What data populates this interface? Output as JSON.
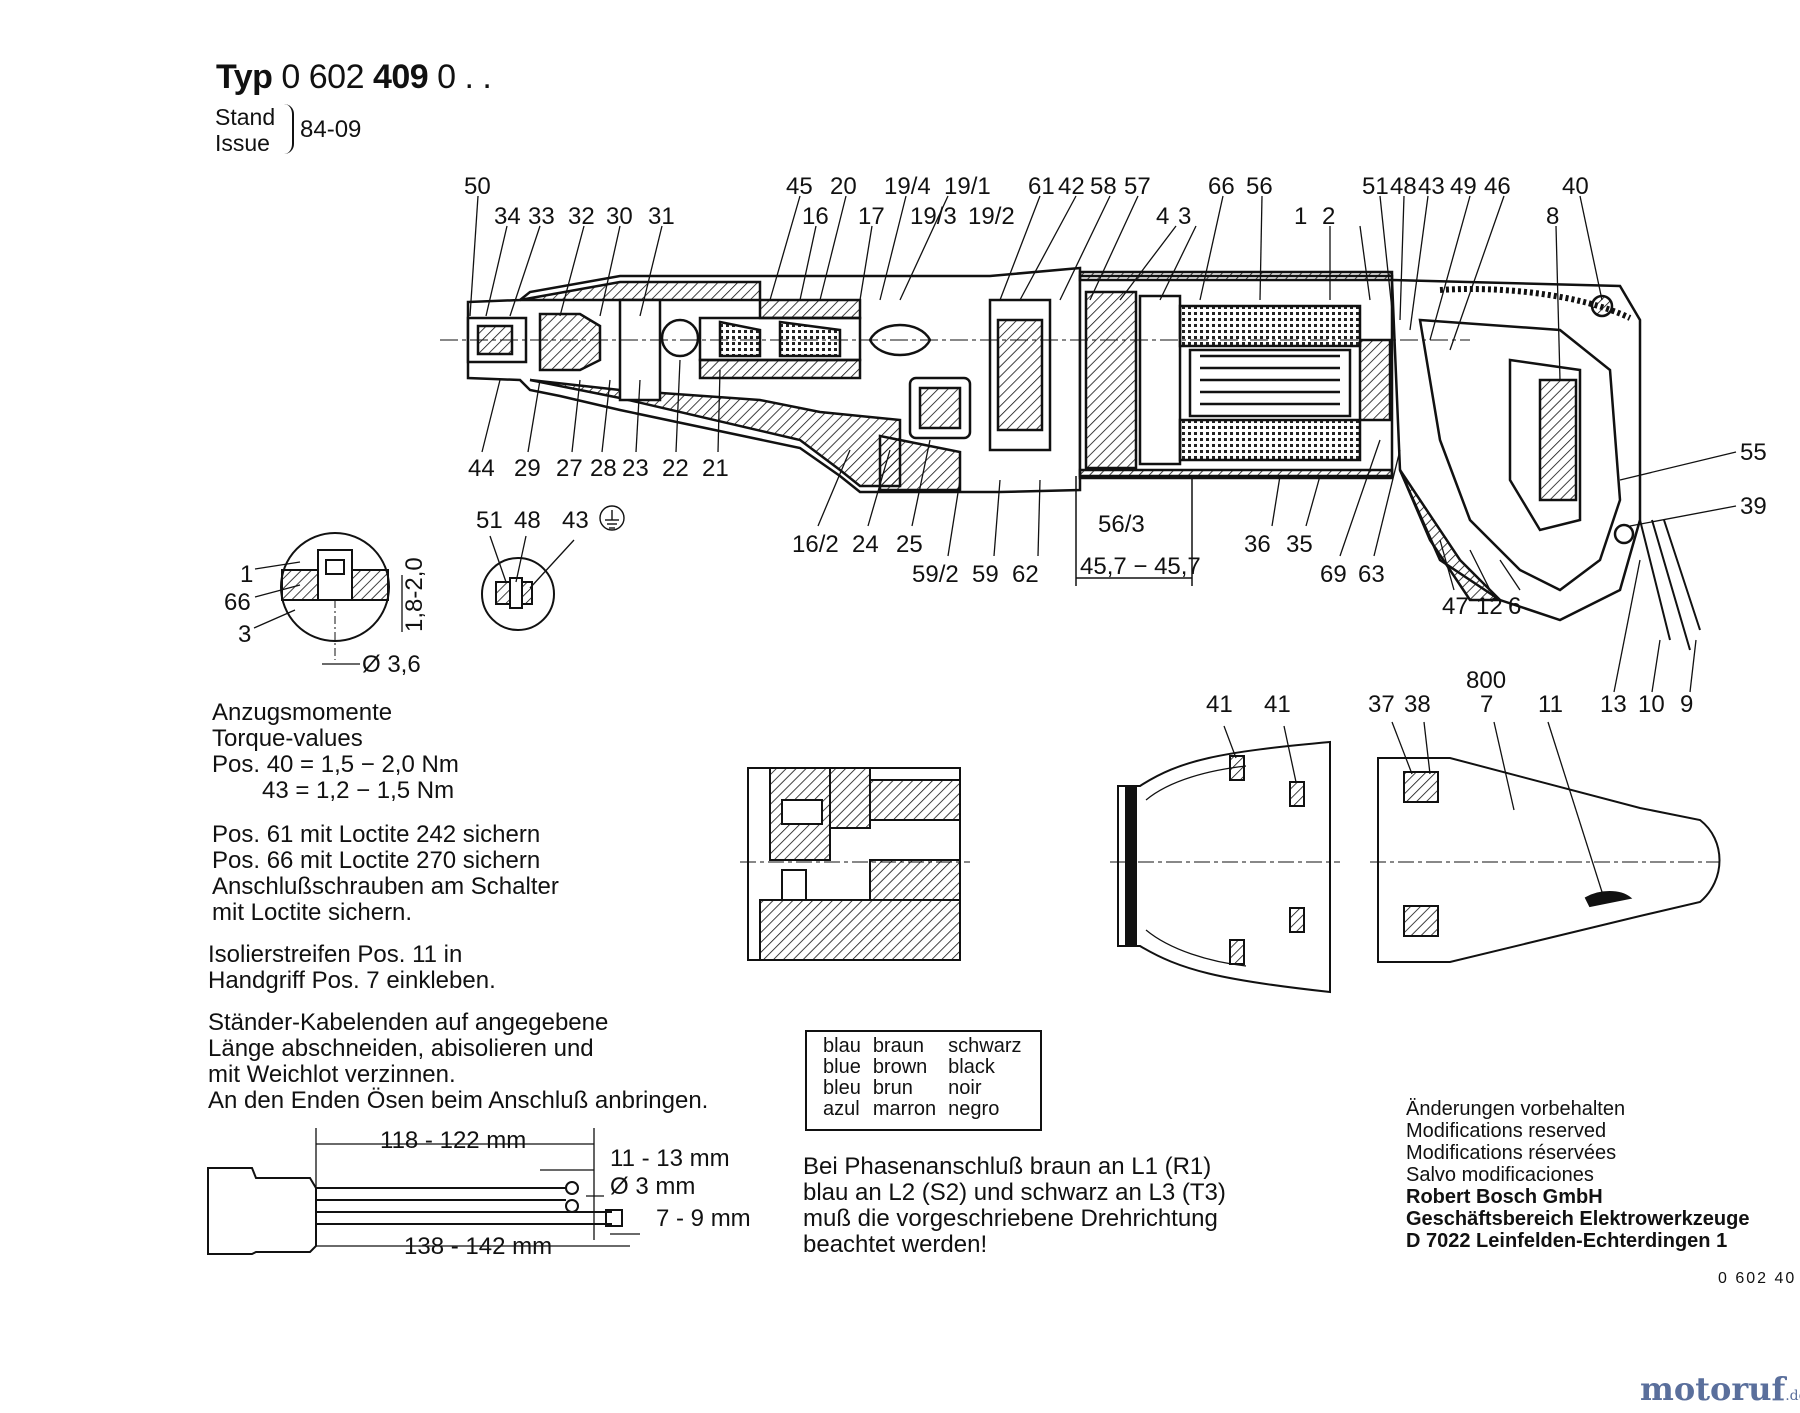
{
  "header": {
    "typ_label": "Typ",
    "typ_prefix": "0 602",
    "typ_bold": "409",
    "typ_suffix": "0 . .",
    "stand_label": "Stand",
    "issue_label": "Issue",
    "issue_date": "84-09"
  },
  "main_callouts_top": [
    "50",
    "34",
    "33",
    "32",
    "30",
    "31",
    "45",
    "20",
    "16",
    "17",
    "19/4",
    "19/1",
    "19/3",
    "19/2",
    "61",
    "42",
    "58",
    "57",
    "4",
    "3",
    "66",
    "56",
    "1",
    "2",
    "51",
    "48",
    "43",
    "49",
    "46",
    "40",
    "8"
  ],
  "main_callouts_bottom": [
    "44",
    "29",
    "27",
    "28",
    "23",
    "22",
    "21",
    "16/2",
    "24",
    "25",
    "59/2",
    "59",
    "62",
    "56/3",
    "36",
    "35",
    "69",
    "63",
    "47",
    "12",
    "6",
    "55",
    "39",
    "13",
    "10",
    "9"
  ],
  "dimension_motor": "45,7 − 45,7",
  "detail_a": {
    "labels": [
      "1",
      "66",
      "3"
    ],
    "dim_height": "1,8-2,0",
    "dim_diameter": "Ø 3,6"
  },
  "detail_b": {
    "labels": [
      "51",
      "48",
      "43"
    ]
  },
  "handle_labels": [
    "41",
    "41",
    "37",
    "38",
    "800",
    "7",
    "11"
  ],
  "torque": {
    "title_de": "Anzugsmomente",
    "title_en": "Torque-values",
    "line1": "Pos. 40 = 1,5 − 2,0 Nm",
    "line2": "43 = 1,2 − 1,5 Nm"
  },
  "loctite": [
    "Pos. 61 mit Loctite 242 sichern",
    "Pos. 66 mit Loctite 270 sichern",
    "Anschlußschrauben am Schalter",
    "mit Loctite sichern."
  ],
  "isolation": [
    "Isolierstreifen Pos. 11 in",
    "Handgriff Pos. 7 einkleben."
  ],
  "cable_instructions": [
    "Ständer-Kabelenden auf angegebene",
    "Länge abschneiden, abisolieren und",
    "mit Weichlot verzinnen.",
    "An den Enden Ösen beim Anschluß anbringen."
  ],
  "cable_dimensions": {
    "d1": "118 - 122 mm",
    "d2": "11 - 13 mm",
    "d3": "Ø 3 mm",
    "d4": "7 - 9 mm",
    "d5": "138 - 142 mm"
  },
  "color_table": {
    "rows": [
      [
        "blau",
        "braun",
        "schwarz"
      ],
      [
        "blue",
        "brown",
        "black"
      ],
      [
        "bleu",
        "brun",
        "noir"
      ],
      [
        "azul",
        "marron",
        "negro"
      ]
    ]
  },
  "phase_note": [
    "Bei Phasenanschluß braun an L1 (R1)",
    "blau an L2 (S2) und schwarz an L3 (T3)",
    "muß die vorgeschriebene Drehrichtung",
    "beachtet werden!"
  ],
  "modifications": [
    "Änderungen vorbehalten",
    "Modifications reserved",
    "Modifications réservées",
    "Salvo modificaciones"
  ],
  "company": [
    "Robert Bosch GmbH",
    "Geschäftsbereich Elektrowerkzeuge",
    "D 7022 Leinfelden-Echterdingen 1"
  ],
  "doc_number": "0 602 40",
  "watermark": "motoruf",
  "watermark_suffix": ".de"
}
